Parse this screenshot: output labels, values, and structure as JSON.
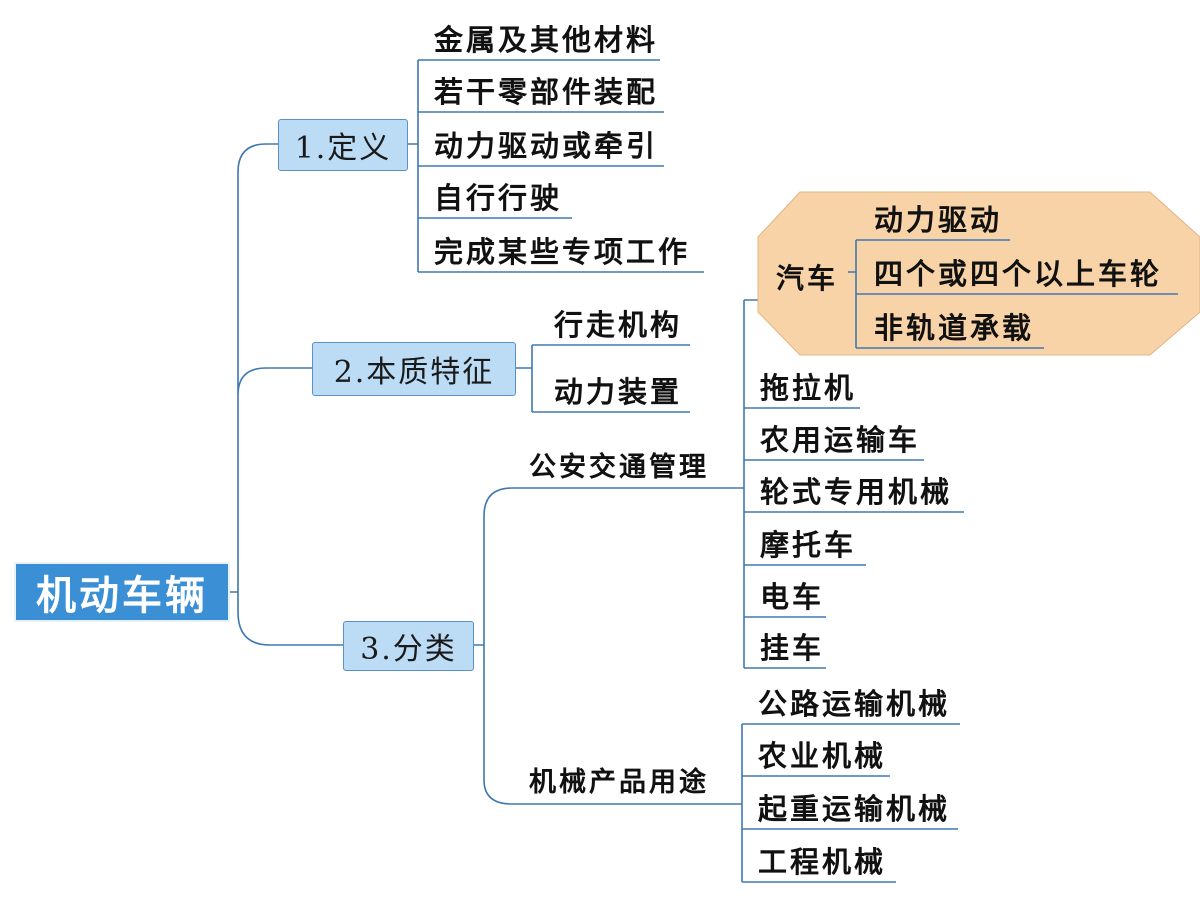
{
  "root": "机动车辆",
  "definition": {
    "label": "1.定义",
    "items": [
      "金属及其他材料",
      "若干零部件装配",
      "动力驱动或牵引",
      "自行行驶",
      "完成某些专项工作"
    ]
  },
  "essence": {
    "label": "2.本质特征",
    "items": [
      "行走机构",
      "动力装置"
    ]
  },
  "classification": {
    "label": "3.分类",
    "traffic": {
      "label": "公安交通管理",
      "car": {
        "label": "汽车",
        "items": [
          "动力驱动",
          "四个或四个以上车轮",
          "非轨道承载"
        ]
      },
      "items": [
        "拖拉机",
        "农用运输车",
        "轮式专用机械",
        "摩托车",
        "电车",
        "挂车"
      ]
    },
    "machinery": {
      "label": "机械产品用途",
      "items": [
        "公路运输机械",
        "农业机械",
        "起重运输机械",
        "工程机械"
      ]
    }
  },
  "colors": {
    "root_fill": "#3b8fd4",
    "branch_fill": "#bcdcf5",
    "branch_border": "#5b92c6",
    "line": "#3f78b0",
    "highlight_fill": "#f8d3a8"
  }
}
